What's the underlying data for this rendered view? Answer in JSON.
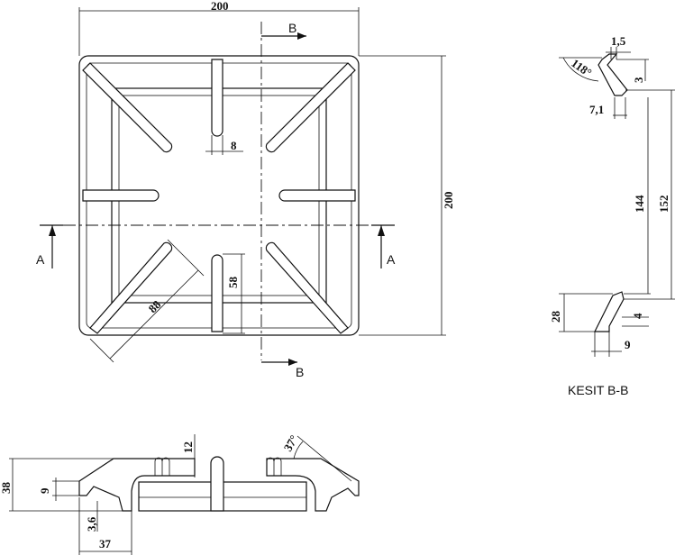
{
  "top_view": {
    "width_dim": "200",
    "height_dim": "200",
    "arm_width_dim": "8",
    "arm_length_dim": "58",
    "diagonal_dim": "88",
    "section_a_left": "A",
    "section_a_right": "A",
    "section_b_top": "B",
    "section_b_bottom": "B"
  },
  "section_view": {
    "title": "KESIT B-B",
    "thickness_top": "1,5",
    "angle": "118°",
    "top_height": "3",
    "bottom_width": "7,1",
    "inner_height": "144",
    "outer_height": "152",
    "foot_height": "28",
    "foot_thickness": "4",
    "foot_width": "9"
  },
  "side_view": {
    "total_height": "38",
    "arm_height": "12",
    "angle": "37°",
    "foot_height": "9",
    "foot_offset": "3,6",
    "foot_span": "37"
  }
}
